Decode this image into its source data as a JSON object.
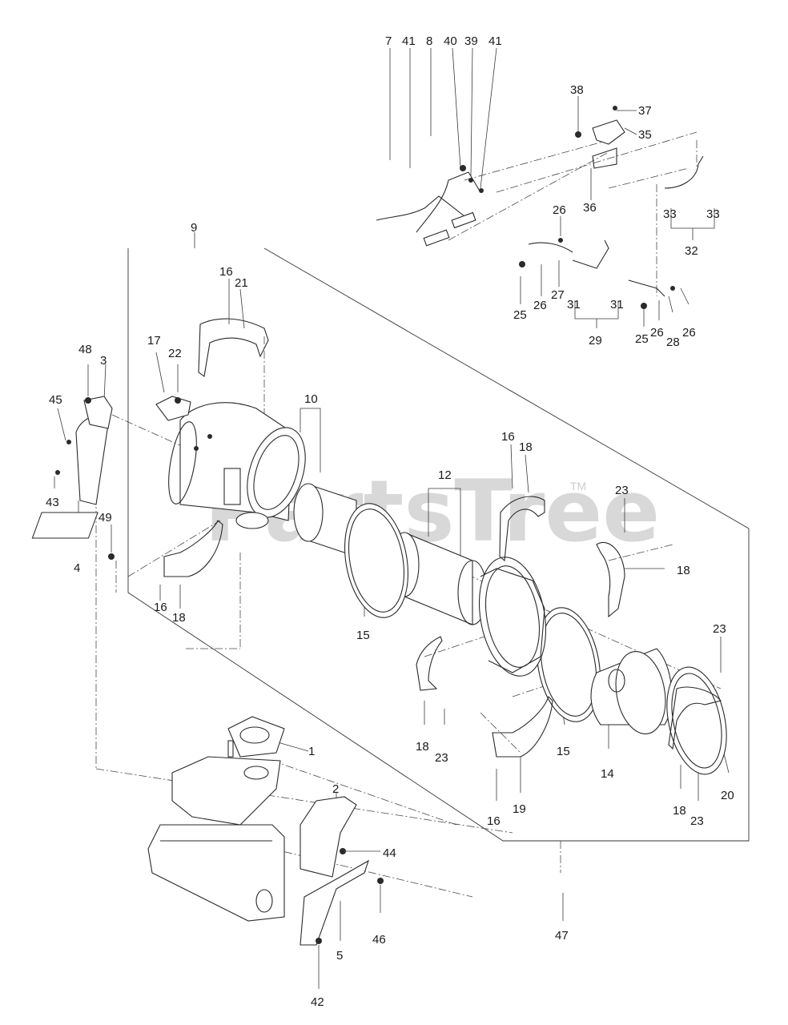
{
  "watermark": {
    "text": "PartsTree",
    "tm": "TM"
  },
  "callouts": [
    {
      "id": "c7",
      "text": "7"
    },
    {
      "id": "c41a",
      "text": "41"
    },
    {
      "id": "c8",
      "text": "8"
    },
    {
      "id": "c40",
      "text": "40"
    },
    {
      "id": "c39",
      "text": "39"
    },
    {
      "id": "c41b",
      "text": "41"
    },
    {
      "id": "c38",
      "text": "38"
    },
    {
      "id": "c37",
      "text": "37"
    },
    {
      "id": "c35",
      "text": "35"
    },
    {
      "id": "c36",
      "text": "36"
    },
    {
      "id": "c26a",
      "text": "26"
    },
    {
      "id": "c33a",
      "text": "33"
    },
    {
      "id": "c33b",
      "text": "33"
    },
    {
      "id": "c32",
      "text": "32"
    },
    {
      "id": "c9",
      "text": "9"
    },
    {
      "id": "c25a",
      "text": "25"
    },
    {
      "id": "c26b",
      "text": "26"
    },
    {
      "id": "c27",
      "text": "27"
    },
    {
      "id": "c31a",
      "text": "31"
    },
    {
      "id": "c31b",
      "text": "31"
    },
    {
      "id": "c29",
      "text": "29"
    },
    {
      "id": "c25b",
      "text": "25"
    },
    {
      "id": "c26c",
      "text": "26"
    },
    {
      "id": "c28",
      "text": "28"
    },
    {
      "id": "c26d",
      "text": "26"
    },
    {
      "id": "c16a",
      "text": "16"
    },
    {
      "id": "c21",
      "text": "21"
    },
    {
      "id": "c48",
      "text": "48"
    },
    {
      "id": "c3",
      "text": "3"
    },
    {
      "id": "c17",
      "text": "17"
    },
    {
      "id": "c22",
      "text": "22"
    },
    {
      "id": "c45",
      "text": "45"
    },
    {
      "id": "c10",
      "text": "10"
    },
    {
      "id": "c43",
      "text": "43"
    },
    {
      "id": "c16b",
      "text": "16"
    },
    {
      "id": "c18a",
      "text": "18"
    },
    {
      "id": "c12",
      "text": "12"
    },
    {
      "id": "c23a",
      "text": "23"
    },
    {
      "id": "c49",
      "text": "49"
    },
    {
      "id": "c4",
      "text": "4"
    },
    {
      "id": "c18b",
      "text": "18"
    },
    {
      "id": "c16c",
      "text": "16"
    },
    {
      "id": "c18c",
      "text": "18"
    },
    {
      "id": "c15a",
      "text": "15"
    },
    {
      "id": "c23b",
      "text": "23"
    },
    {
      "id": "c18d",
      "text": "18"
    },
    {
      "id": "c23c",
      "text": "23"
    },
    {
      "id": "c15b",
      "text": "15"
    },
    {
      "id": "c1",
      "text": "1"
    },
    {
      "id": "c14",
      "text": "14"
    },
    {
      "id": "c2",
      "text": "2"
    },
    {
      "id": "c16d",
      "text": "16"
    },
    {
      "id": "c19",
      "text": "19"
    },
    {
      "id": "c18e",
      "text": "18"
    },
    {
      "id": "c23d",
      "text": "23"
    },
    {
      "id": "c20",
      "text": "20"
    },
    {
      "id": "c44",
      "text": "44"
    },
    {
      "id": "c46",
      "text": "46"
    },
    {
      "id": "c5",
      "text": "5"
    },
    {
      "id": "c47",
      "text": "47"
    },
    {
      "id": "c42",
      "text": "42"
    }
  ]
}
